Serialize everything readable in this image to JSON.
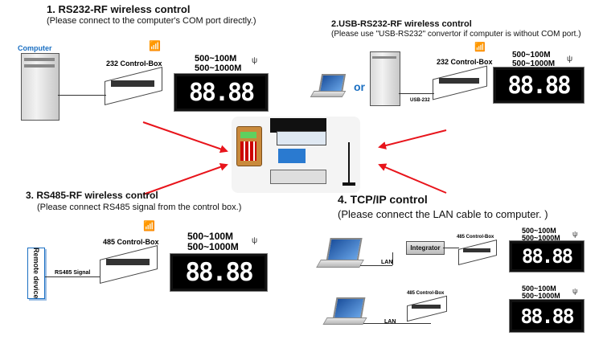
{
  "sections": {
    "rs232": {
      "title": "1. RS232-RF wireless control",
      "note": "(Please connect to the computer's COM port directly.)",
      "computer_label": "Computer",
      "box_label": "232 Control-Box",
      "range1": "500~100M",
      "range2": "500~1000M",
      "display": "88.88"
    },
    "usb": {
      "title": "2.USB-RS232-RF wireless control",
      "note": "(Please use \"USB-RS232\" convertor if computer is without COM port.)",
      "or_label": "or",
      "box_label": "232 Control-Box",
      "range1": "500~100M",
      "range2": "500~1000M",
      "display": "88.88"
    },
    "rs485": {
      "title": "3. RS485-RF wireless control",
      "note": "(Please connect RS485 signal from the control box.)",
      "device_label": "Remote device",
      "signal_label": "RS485 Signal",
      "box_label": "485 Control-Box",
      "range1": "500~100M",
      "range2": "500~1000M",
      "display": "88.88"
    },
    "tcp": {
      "title": "4. TCP/IP control",
      "note": "(Please connect the LAN cable to computer. )",
      "integrator_label": "Integrator",
      "box_label": "485 Control-Box",
      "lan_label": "LAN",
      "range1": "500~100M",
      "range2": "500~1000M",
      "display": "88.88"
    }
  },
  "colors": {
    "arrow": "#e8141b",
    "led_bg": "#000000",
    "led_text": "#ffffff"
  }
}
